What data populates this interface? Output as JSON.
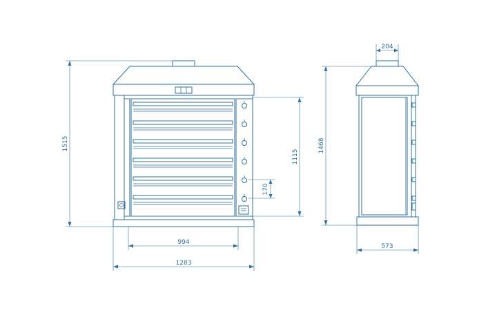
{
  "colors": {
    "line": "#2d6f9e",
    "background": "#ffffff"
  },
  "front_view": {
    "dimensions": {
      "total_height": "1515",
      "spit_area_height": "1115",
      "spit_spacing": "170",
      "inner_width": "994",
      "total_width": "1283"
    },
    "spit_count": 6
  },
  "side_view": {
    "dimensions": {
      "chimney_width": "204",
      "total_height": "1468",
      "depth": "573"
    }
  }
}
